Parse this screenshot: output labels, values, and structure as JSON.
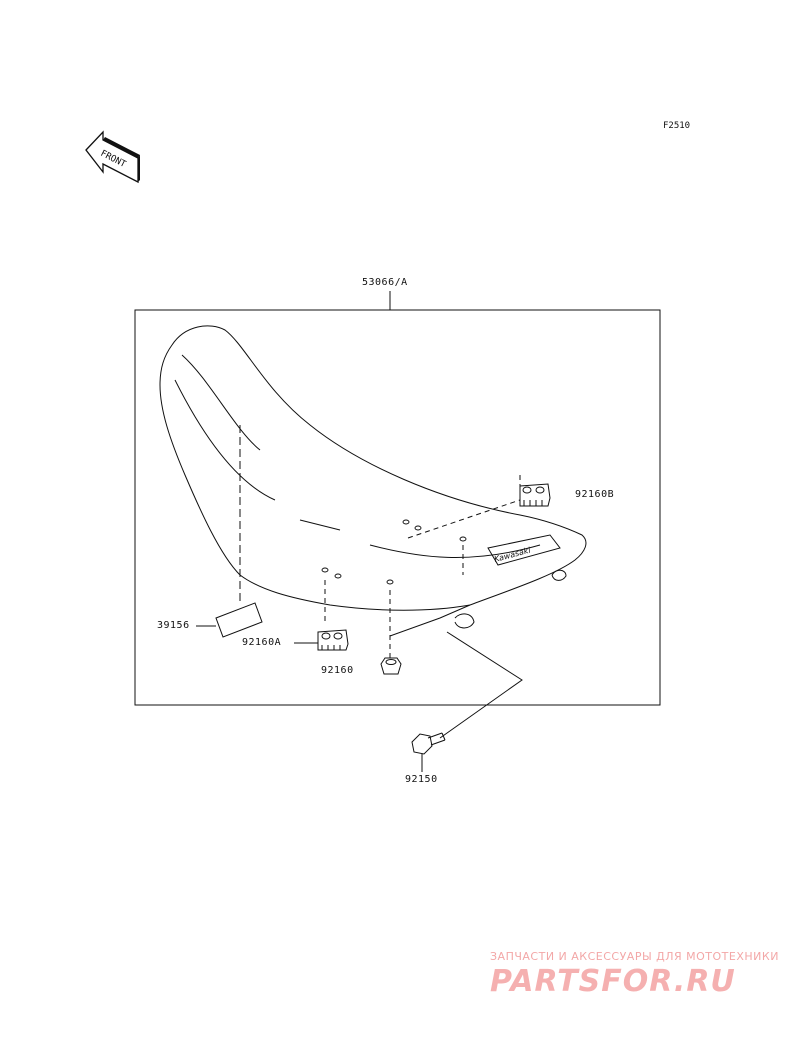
{
  "figure_id": "F2510",
  "front_indicator": "FRONT",
  "parts": {
    "seat_assy": "53066/A",
    "bracket_b": "92160B",
    "tape": "39156",
    "bracket_a": "92160A",
    "damper": "92160",
    "bolt": "92150"
  },
  "seat_logo_text": "Kawasaki",
  "watermark": {
    "line1": "ЗАПЧАСТИ И АКСЕССУАРЫ ДЛЯ МОТОТЕХНИКИ",
    "logo": "PARTSFOR.RU"
  }
}
